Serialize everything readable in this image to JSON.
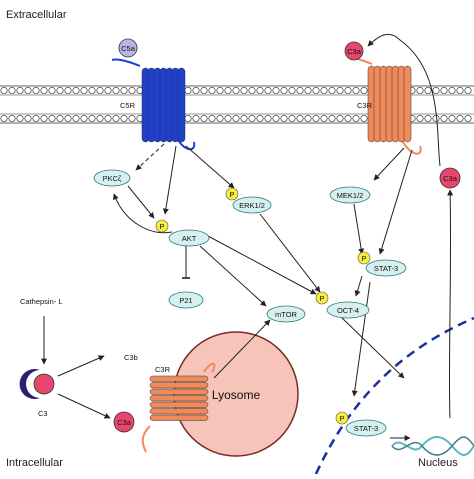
{
  "regions": {
    "extracellular": "Extracellular",
    "intracellular": "Intracellular",
    "nucleus": "Nucleus"
  },
  "receptors": {
    "c5r_membrane": "C5R",
    "c3r_membrane": "C3R",
    "c3r_lysosome": "C3R"
  },
  "ligands": {
    "c5a": "C5a",
    "c3a_top": "C3a",
    "c3a_side": "C3a",
    "c3a_lysosome": "C3a",
    "c3b": "C3b",
    "c3": "C3"
  },
  "labels": {
    "cathepsin": "Cathepsin- L",
    "lysosome": "Lyosome",
    "phospho": "P"
  },
  "nodes": {
    "pkc": "PKCζ",
    "akt": "AKT",
    "erk": "ERK1/2",
    "p21": "P21",
    "mtor": "mTOR",
    "oct4": "OCT-4",
    "mek": "MEK1/2",
    "stat3": "STAT-3",
    "stat3_nuc": "STAT-3"
  },
  "colors": {
    "membrane_bead": "#ffffff",
    "c5r": "#1f3fcf",
    "c3r": "#f08a5b",
    "c5a": "#b9b6e6",
    "c3a": "#e8476d",
    "c3b": "#2a2175",
    "lysosome_fill": "#f6c4b9",
    "lysosome_stroke": "#7a2a2a",
    "node_fill": "#d6f0f0",
    "node_stroke": "#2a7a7a",
    "phospho_fill": "#f5ee3b",
    "nucleus_border": "#1a2fa0",
    "dna": "#5bb8c6"
  }
}
